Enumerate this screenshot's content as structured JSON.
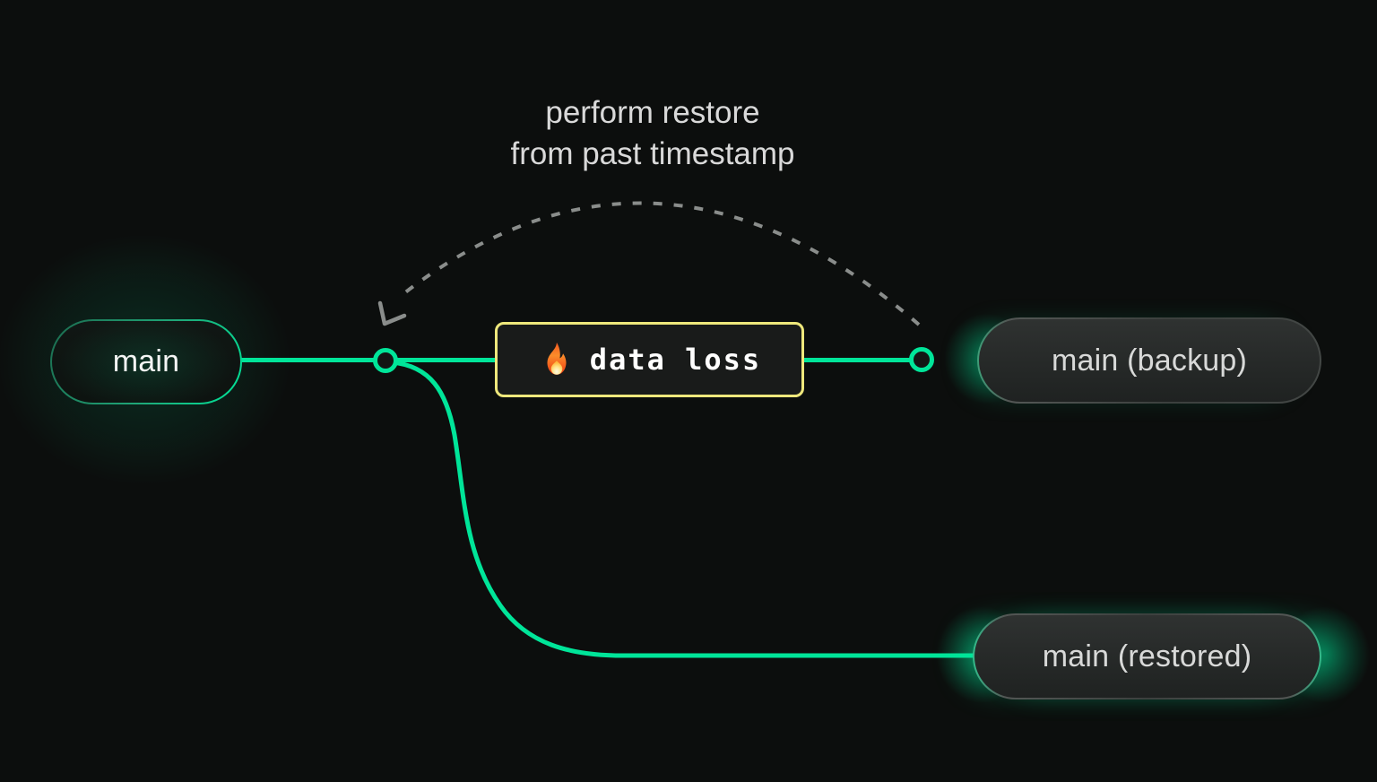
{
  "diagram": {
    "title_annotation": {
      "line1": "perform restore",
      "line2": "from past timestamp"
    },
    "nodes": {
      "main": {
        "label": "main",
        "kind": "branch"
      },
      "backup": {
        "label": "main (backup)",
        "kind": "branch"
      },
      "restored": {
        "label": "main (restored)",
        "kind": "branch"
      },
      "data_loss": {
        "label": "data loss",
        "icon": "fire-icon"
      }
    },
    "colors": {
      "background": "#0c0e0d",
      "accent_green": "#00e599",
      "warning_yellow": "#efe87c",
      "arc_gray": "#8a8d8b",
      "pill_fill_dark": "#262928",
      "text_light": "#d9d9d9"
    }
  }
}
